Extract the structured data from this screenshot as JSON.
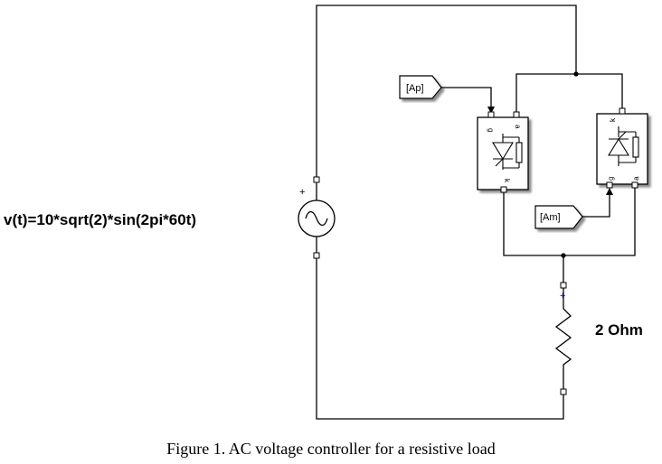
{
  "source": {
    "equation": "v(t)=10*sqrt(2)*sin(2pi*60t)",
    "plus_sign": "+"
  },
  "resistor": {
    "label": "2 Ohm",
    "plus_sign": "+"
  },
  "goto_tags": {
    "upper": "[Ap]",
    "lower": "[Am]"
  },
  "thyristor_ports": {
    "gate": "g",
    "anode": "a",
    "cathode": "k"
  },
  "caption": "Figure 1. AC voltage controller for a resistive load",
  "colors": {
    "wire": "#000000",
    "block_border": "#000000",
    "plus_marker": "#0000cc"
  }
}
